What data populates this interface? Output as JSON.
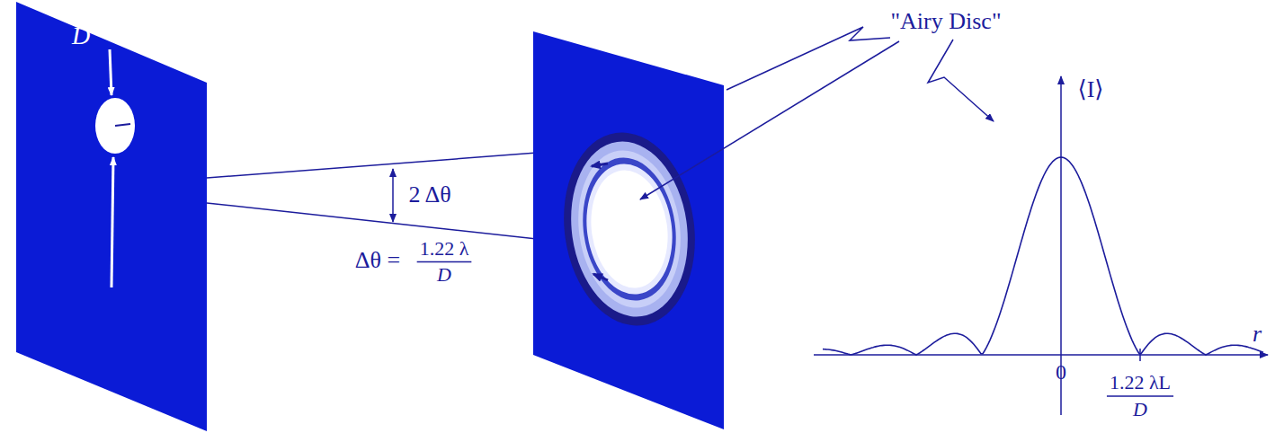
{
  "diagram": {
    "labels": [
      "D",
      "2 Δθ",
      "Δθ =",
      "1.22 λ",
      "D",
      "\"Airy Disc\"",
      "⟨I⟩",
      "r",
      "0",
      "1.22 λL",
      "D"
    ]
  }
}
